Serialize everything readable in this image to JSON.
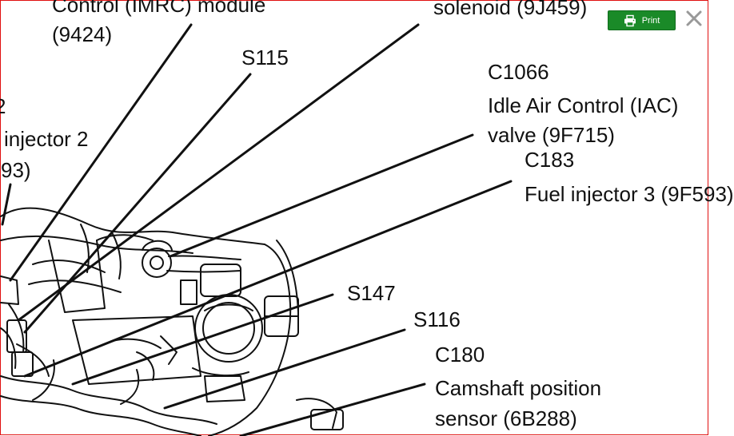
{
  "toolbar": {
    "print_label": "Print",
    "print_icon": "printer-icon",
    "close_icon": "close-icon",
    "print_color": "#1a8a28"
  },
  "labels": {
    "imrc_line1": "Control (IMRC) module",
    "imrc_line2": "(9424)",
    "solenoid": "solenoid (9J459)",
    "s115": "S115",
    "c1066": "C1066",
    "iac_line1": "Idle Air Control (IAC)",
    "iac_line2": "valve (9F715)",
    "c183": "C183",
    "fuel_injector_3": "Fuel injector 3 (9F593)",
    "partial_2": "2",
    "injector_2": "injector 2",
    "partial_93": "93)",
    "s147": "S147",
    "s116": "S116",
    "c180": "C180",
    "cam_line1": "Camshaft position",
    "cam_line2": "sensor (6B288)"
  }
}
